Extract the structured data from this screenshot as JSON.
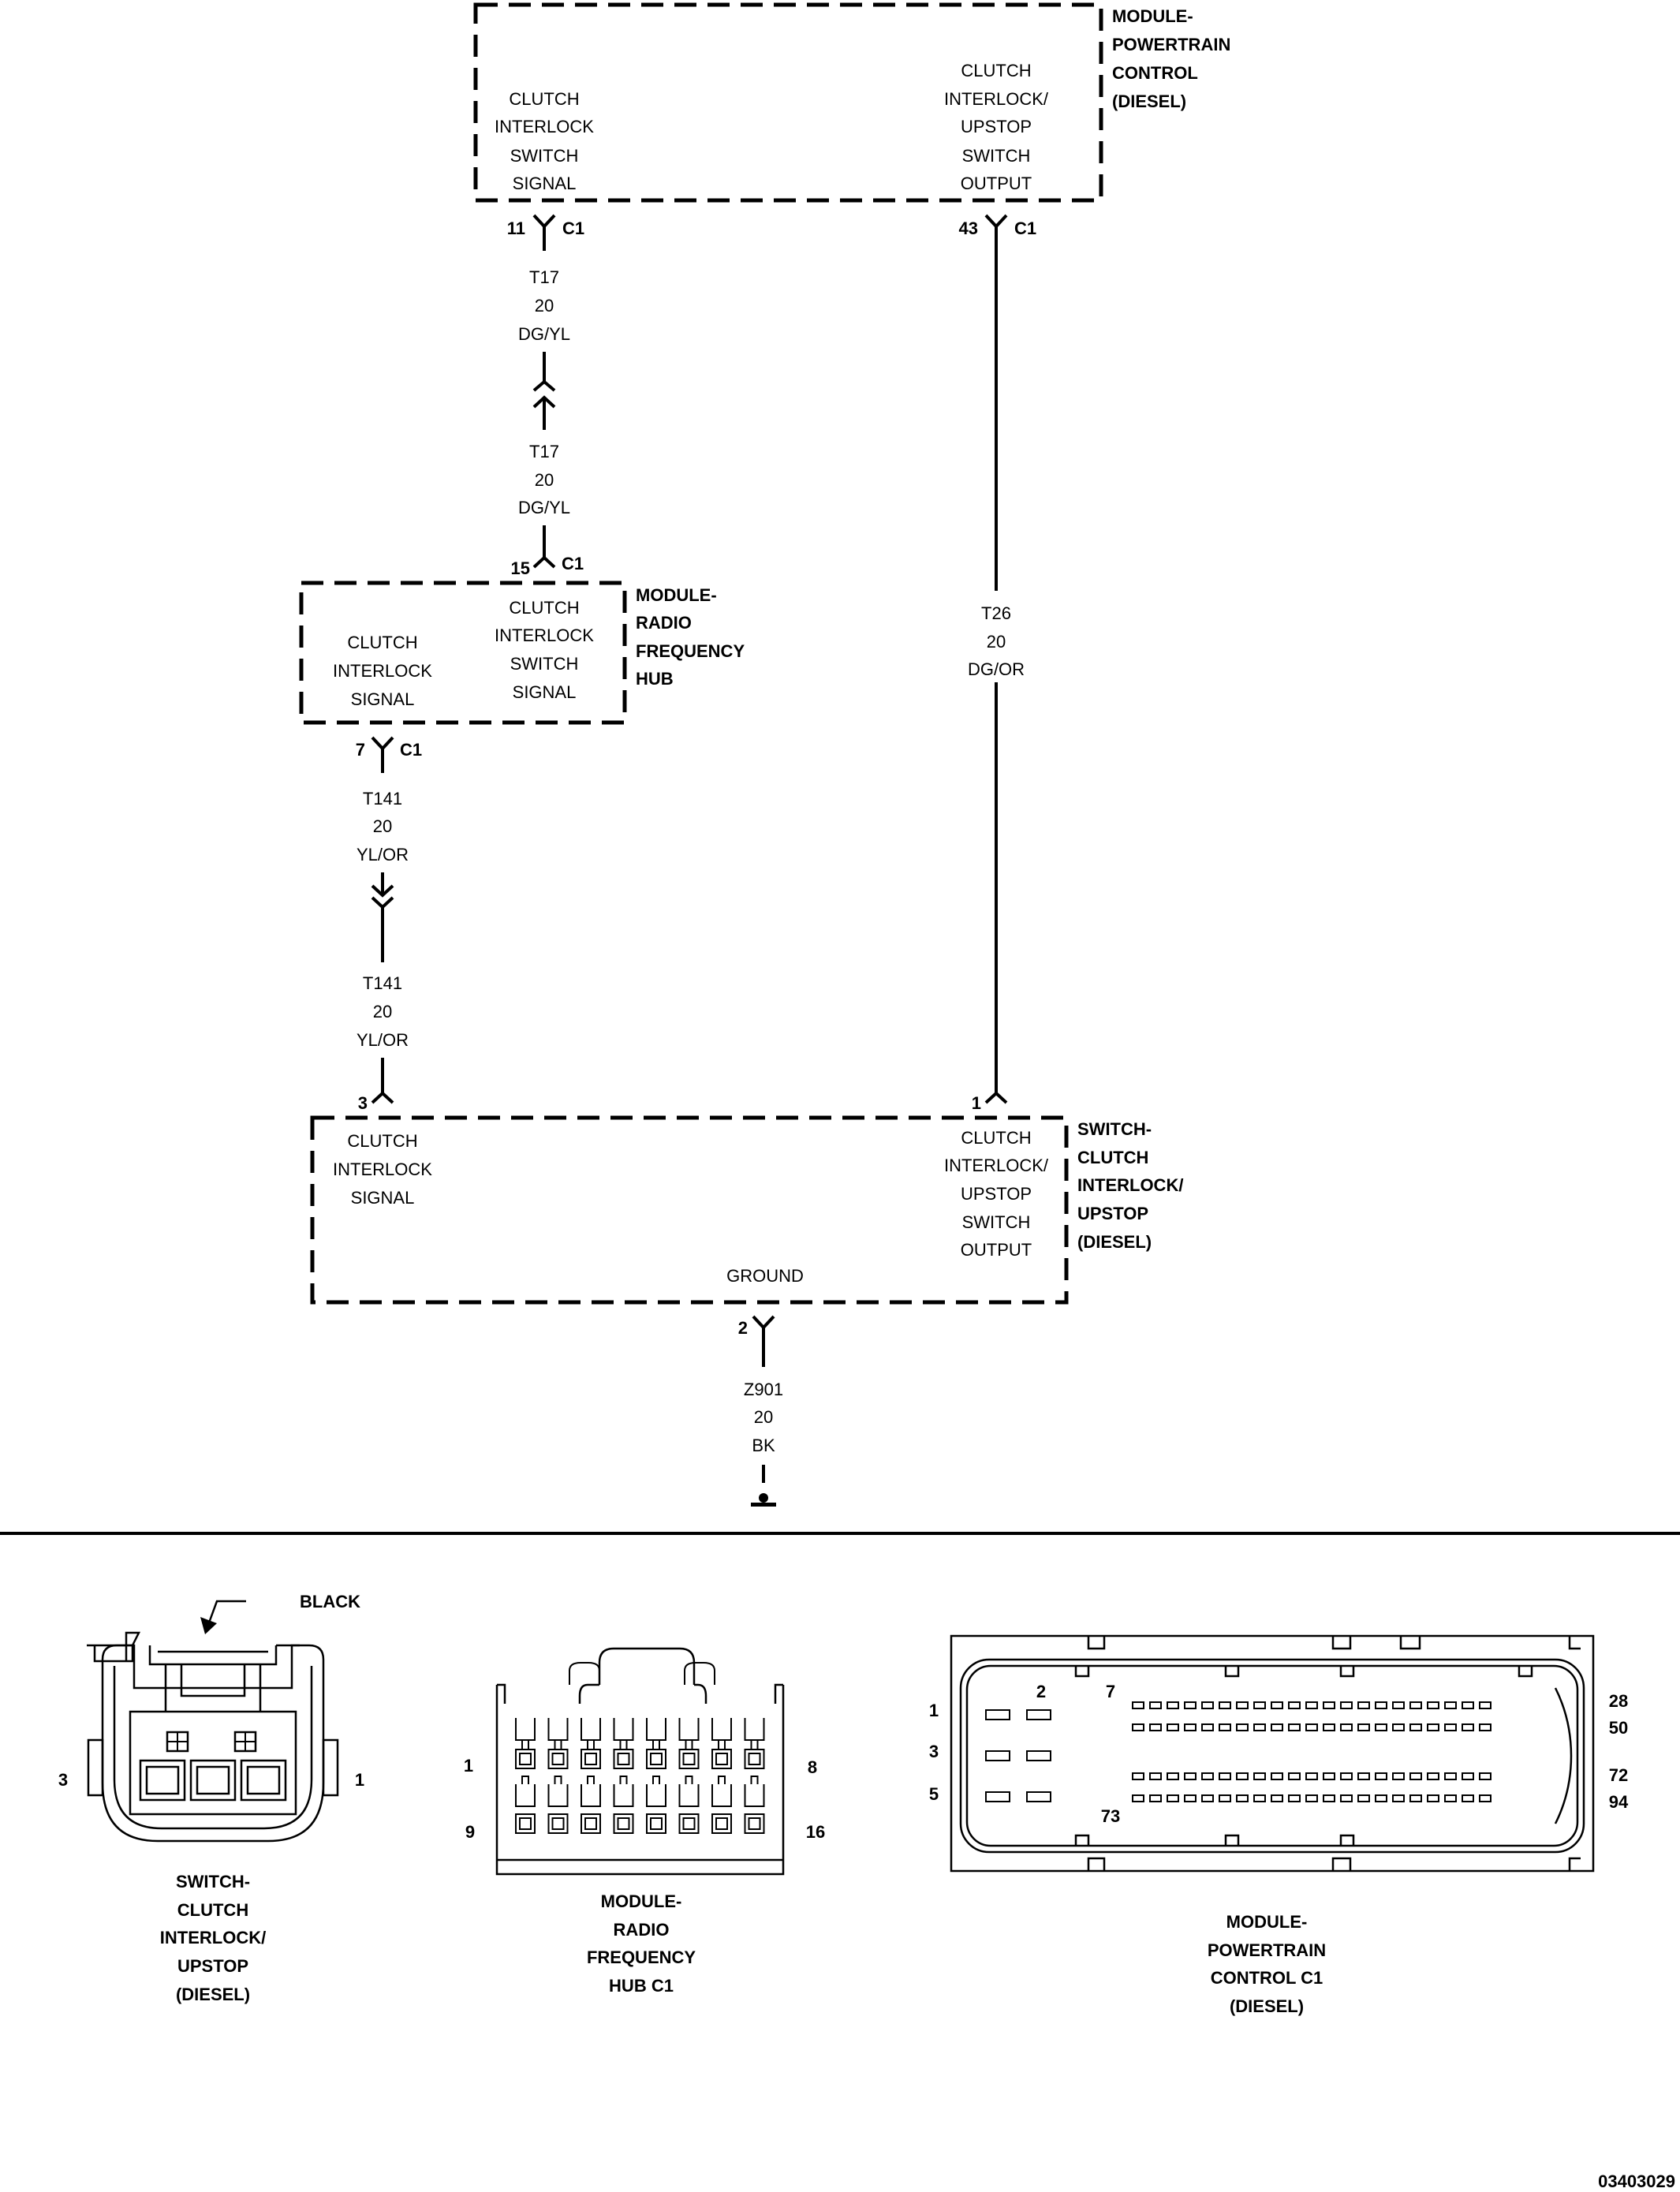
{
  "modules": {
    "pcm": {
      "title": [
        "MODULE-",
        "POWERTRAIN",
        "CONTROL",
        "(DIESEL)"
      ],
      "pin_left": [
        "CLUTCH",
        "INTERLOCK",
        "SWITCH",
        "SIGNAL"
      ],
      "pin_right": [
        "CLUTCH",
        "INTERLOCK/",
        "UPSTOP",
        "SWITCH",
        "OUTPUT"
      ]
    },
    "rfh": {
      "title": [
        "MODULE-",
        "RADIO",
        "FREQUENCY",
        "HUB"
      ],
      "pin_left": [
        "CLUTCH",
        "INTERLOCK",
        "SIGNAL"
      ],
      "pin_right": [
        "CLUTCH",
        "INTERLOCK",
        "SWITCH",
        "SIGNAL"
      ]
    },
    "switch": {
      "title": [
        "SWITCH-",
        "CLUTCH",
        "INTERLOCK/",
        "UPSTOP",
        "(DIESEL)"
      ],
      "pin_left": [
        "CLUTCH",
        "INTERLOCK",
        "SIGNAL"
      ],
      "pin_right": [
        "CLUTCH",
        "INTERLOCK/",
        "UPSTOP",
        "SWITCH",
        "OUTPUT"
      ],
      "pin_bottom": "GROUND"
    }
  },
  "terminals": {
    "pcm_11": {
      "pin": "11",
      "conn": "C1"
    },
    "pcm_43": {
      "pin": "43",
      "conn": "C1"
    },
    "rfh_15": {
      "pin": "15",
      "conn": "C1"
    },
    "rfh_7": {
      "pin": "7",
      "conn": "C1"
    },
    "sw_3": {
      "pin": "3"
    },
    "sw_1": {
      "pin": "1"
    },
    "sw_2": {
      "pin": "2"
    }
  },
  "wires": {
    "t17_upper": [
      "T17",
      "20",
      "DG/YL"
    ],
    "t17_lower": [
      "T17",
      "20",
      "DG/YL"
    ],
    "t26": [
      "T26",
      "20",
      "DG/OR"
    ],
    "t141_upper": [
      "T141",
      "20",
      "YL/OR"
    ],
    "t141_lower": [
      "T141",
      "20",
      "YL/OR"
    ],
    "z901": [
      "Z901",
      "20",
      "BK"
    ]
  },
  "connector_views": {
    "switch": {
      "callout": "BLACK",
      "pin_left": "3",
      "pin_right": "1",
      "caption": [
        "SWITCH-",
        "CLUTCH",
        "INTERLOCK/",
        "UPSTOP",
        "(DIESEL)"
      ]
    },
    "rfh": {
      "pins": [
        "1",
        "8",
        "9",
        "16"
      ],
      "caption": [
        "MODULE-",
        "RADIO",
        "FREQUENCY",
        "HUB C1"
      ]
    },
    "pcm": {
      "pins": [
        "1",
        "2",
        "7",
        "3",
        "5",
        "73",
        "28",
        "50",
        "72",
        "94"
      ],
      "caption": [
        "MODULE-",
        "POWERTRAIN",
        "CONTROL C1",
        "(DIESEL)"
      ]
    }
  },
  "figure_id": "03403029"
}
